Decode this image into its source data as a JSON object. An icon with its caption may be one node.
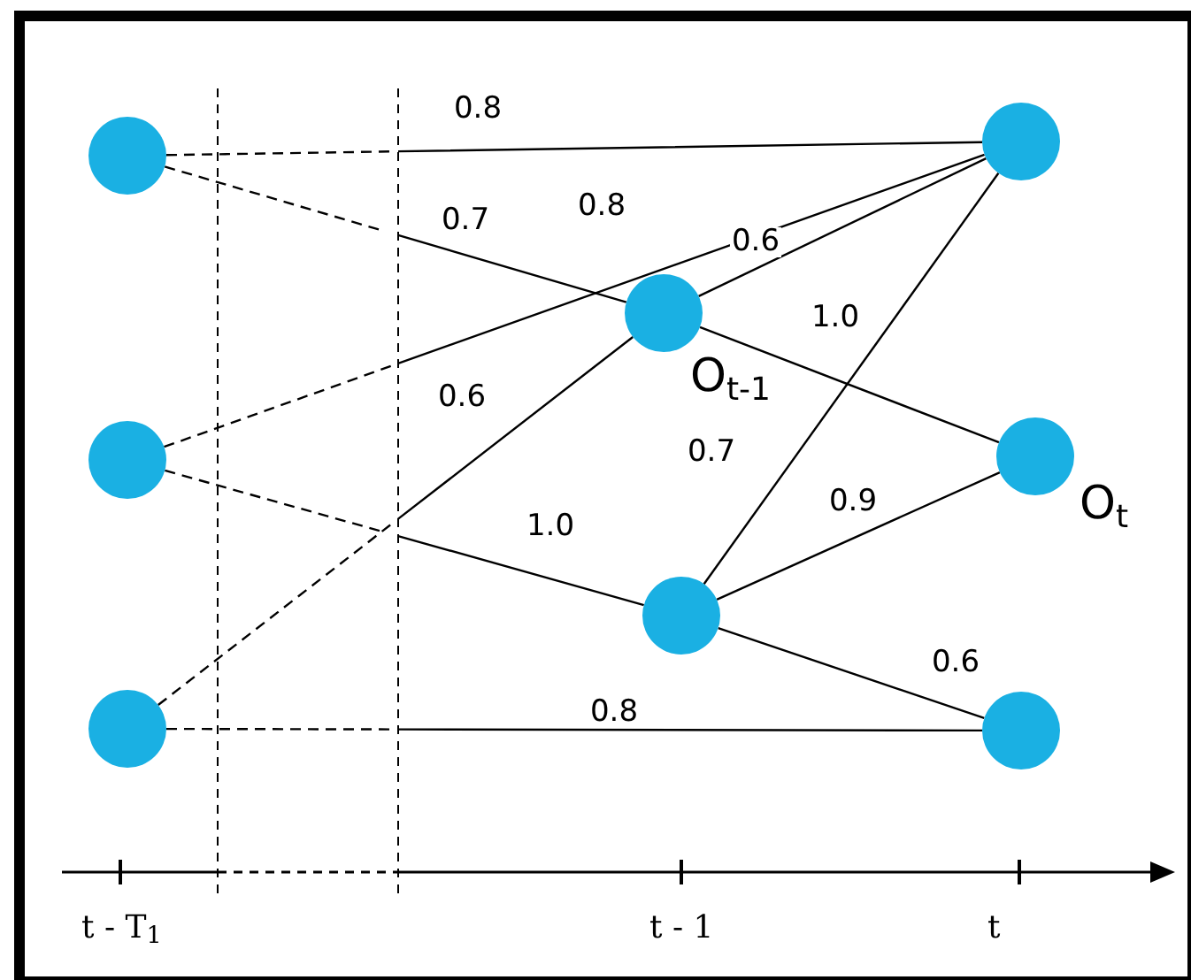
{
  "diagram": {
    "nodes": [
      {
        "text": [],
        "shape": "circle"
      },
      {
        "text": [],
        "shape": "circle"
      },
      {
        "text": [],
        "shape": "circle"
      },
      {
        "text": [],
        "shape": "circle",
        "beside": [
          "O$_{t-1}$"
        ]
      },
      {
        "text": [],
        "shape": "circle"
      },
      {
        "text": [],
        "shape": "circle"
      },
      {
        "text": [],
        "shape": "circle",
        "beside": [
          "O$_{t}$"
        ]
      },
      {
        "text": [],
        "shape": "circle"
      }
    ],
    "edges": [
      {
        "from": 0,
        "to": 5,
        "arrow": "none",
        "label": "0.8",
        "style": "dashed"
      },
      {
        "from": 0,
        "to": 3,
        "arrow": "none",
        "label": "0.7",
        "style": "dashed"
      },
      {
        "from": 1,
        "to": 5,
        "arrow": "none",
        "label": "0.8",
        "style": "dashed"
      },
      {
        "from": 3,
        "to": 5,
        "arrow": "none",
        "label": "0.6"
      },
      {
        "from": 3,
        "to": 6,
        "arrow": "none",
        "label": "1.0"
      },
      {
        "from": 2,
        "to": 3,
        "arrow": "none",
        "label": "0.6",
        "style": "dashed"
      },
      {
        "from": 4,
        "to": 5,
        "arrow": "none",
        "label": "0.7"
      },
      {
        "from": 4,
        "to": 6,
        "arrow": "none",
        "label": "0.9"
      },
      {
        "from": 1,
        "to": 4,
        "arrow": "none",
        "label": "1.0",
        "style": "dashed"
      },
      {
        "from": 4,
        "to": 7,
        "arrow": "none",
        "label": "0.6"
      },
      {
        "from": 2,
        "to": 7,
        "arrow": "none",
        "label": "0.8",
        "style": "dashed"
      }
    ],
    "labels": [
      "t - T$_{1}$",
      "t - 1",
      "t"
    ]
  }
}
